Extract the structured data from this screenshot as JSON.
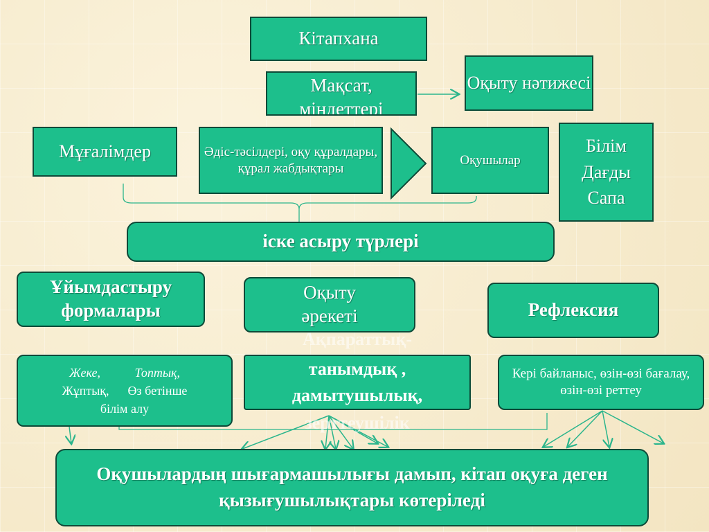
{
  "nodes": {
    "library": "Кітапхана",
    "goals": "Мақсат, міндеттері",
    "outcome": "Оқыту нәтижесі",
    "teachers": "Мұғалімдер",
    "methods": "Әдіс-тәсілдері, оқу құралдары, құрал жабдықтары",
    "students": "Оқушылар",
    "knowledge": "Білім Дағды Сапа",
    "implementation": "іске  асыру түрлері",
    "org_forms": "Ұйымдастыру формалары",
    "learning_activity": "Оқыту әрекеті",
    "reflection": "Рефлексия",
    "forms_list_line1": "Жеке,           Топтық,",
    "forms_list_line2": "Жұптық,      Өз бетінше",
    "forms_list_line3": "білім алу",
    "activity_types_line1": "Ақпараттық-",
    "activity_types_line2": "танымдық ,",
    "activity_types_line3": "дамытушылық,",
    "activity_types_line4": "зерттеушілік",
    "feedback": "Кері байланыс, өзін-өзі бағалау, өзін-өзі реттеу",
    "result": "Оқушылардың шығармашылығы дамып, кітап оқуға деген қызығушылықтары көтеріледі"
  },
  "colors": {
    "box_fill": "#1dbf8c",
    "box_border": "#0d4a38",
    "connector": "#2bb58c",
    "background": "#f7ecd0"
  }
}
